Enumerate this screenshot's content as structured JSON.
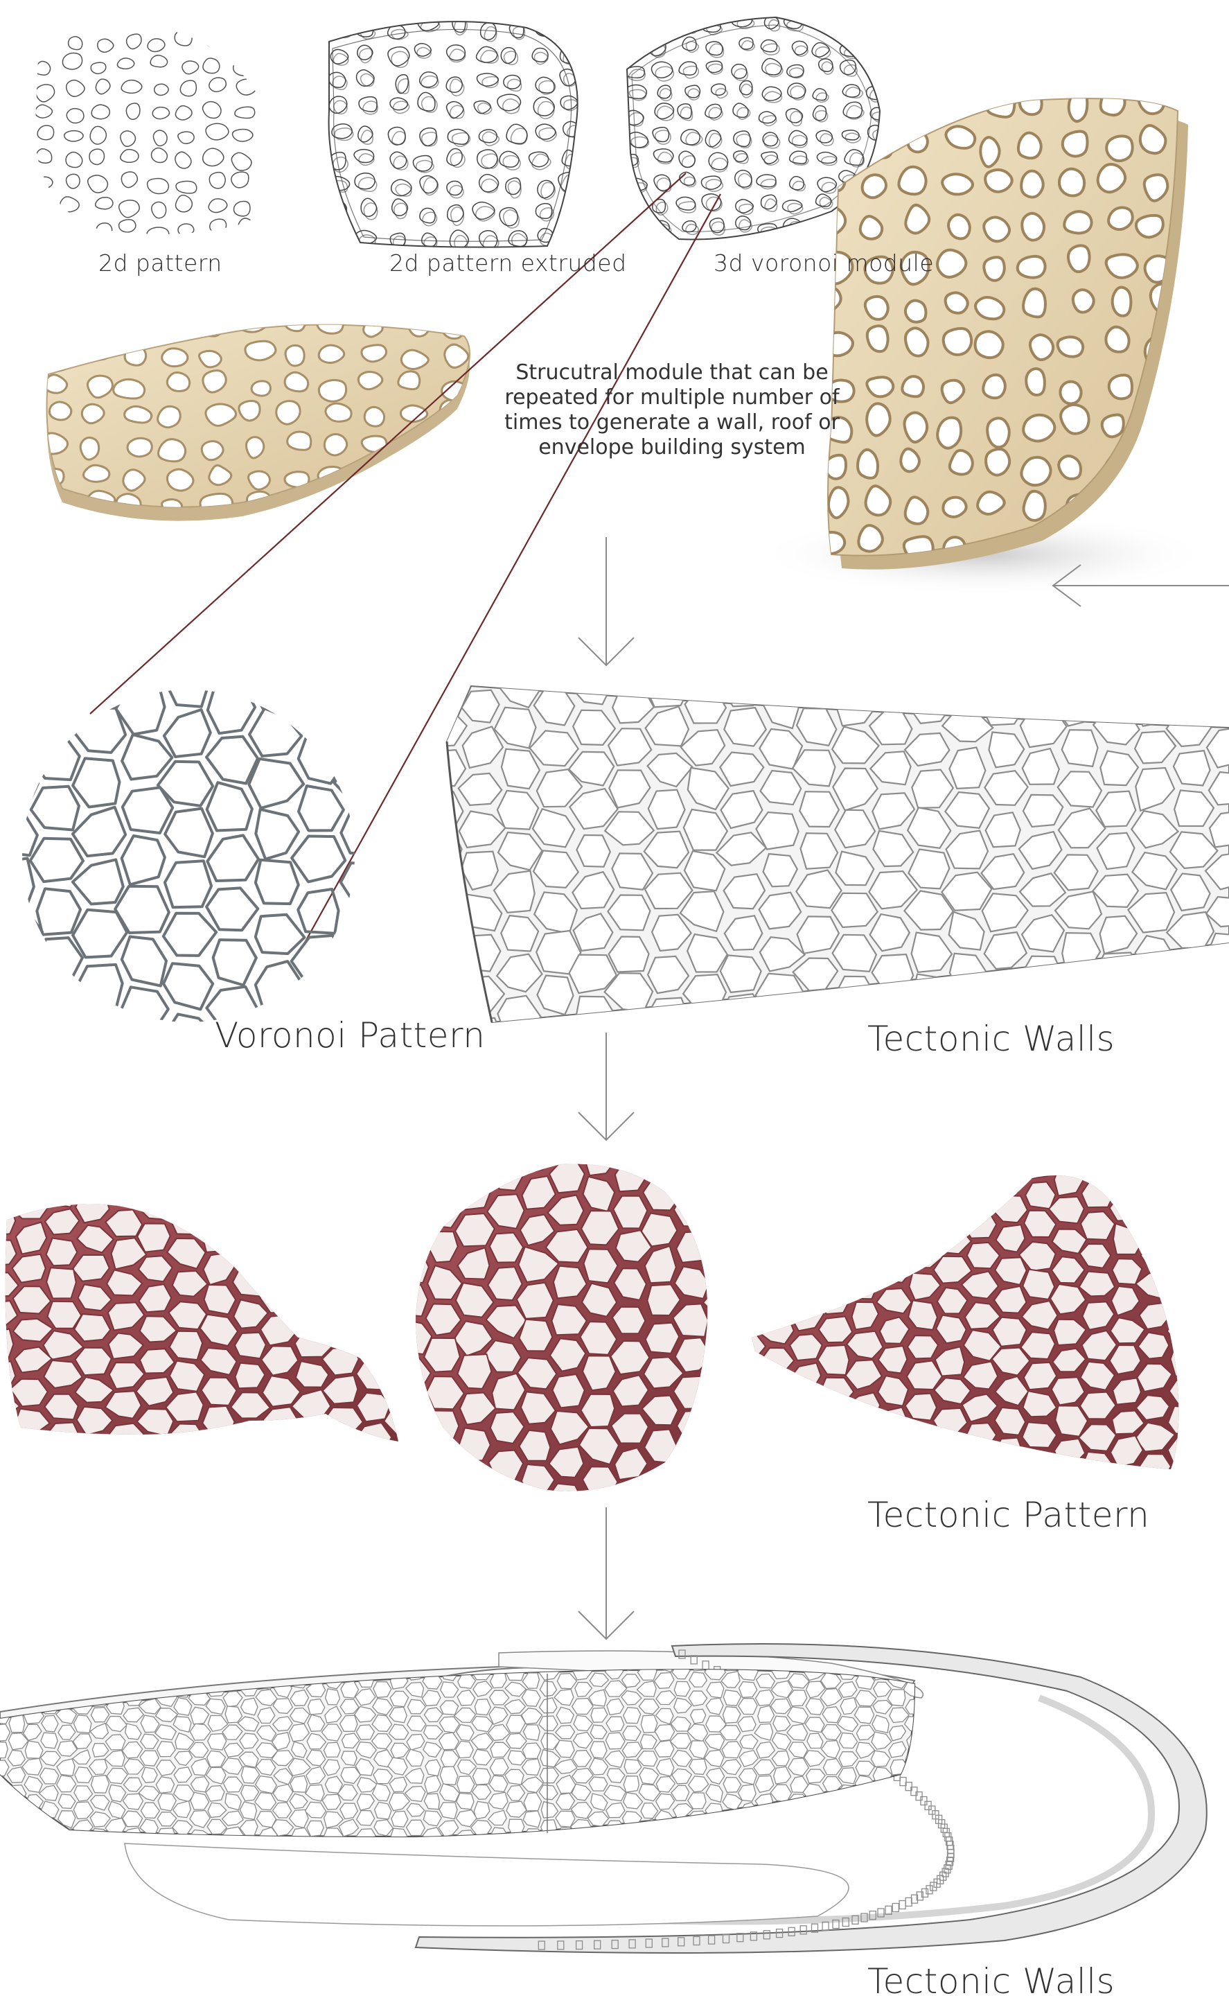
{
  "labels": {
    "pattern_2d": "2d pattern",
    "pattern_2d_extruded": "2d pattern extruded",
    "voronoi_module_3d": "3d voronoi module",
    "voronoi_pattern": "Voronoi Pattern",
    "tectonic_walls_top": "Tectonic Walls",
    "tectonic_pattern": "Tectonic Pattern",
    "tectonic_walls_bottom": "Tectonic Walls"
  },
  "note_lines": [
    "Strucutral module that can be",
    "repeated for multiple number of",
    "times to generate  a wall, roof or",
    "envelope building system"
  ],
  "colors": {
    "wood": "#e6d6b4",
    "wood_edge": "#c9b48d",
    "voronoi_red": "#8e4248",
    "leader_line": "#6e2a2a",
    "sketch_line": "#555555",
    "wall_grid": "#8c8c8c"
  }
}
